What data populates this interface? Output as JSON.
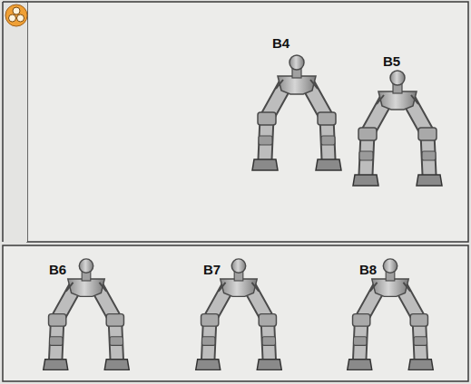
{
  "diagram": {
    "labels": [
      "B4",
      "B5",
      "B6",
      "B7",
      "B8"
    ]
  }
}
